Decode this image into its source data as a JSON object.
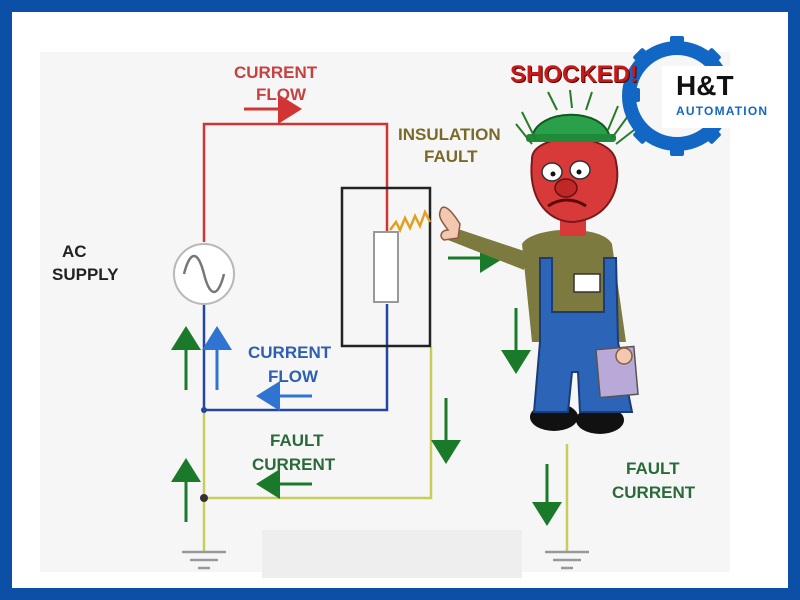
{
  "labels": {
    "ac_supply_line1": "AC",
    "ac_supply_line2": "SUPPLY",
    "current_flow_top_line1": "CURRENT",
    "current_flow_top_line2": "FLOW",
    "insulation_line1": "INSULATION",
    "insulation_line2": "FAULT",
    "current_flow_bottom_line1": "CURRENT",
    "current_flow_bottom_line2": "FLOW",
    "fault_current_left_line1": "FAULT",
    "fault_current_left_line2": "CURRENT",
    "fault_current_right_line1": "FAULT",
    "fault_current_right_line2": "CURRENT",
    "shocked": "SHOCKED!"
  },
  "logo": {
    "brand": "H&T",
    "tagline": "AUTOMATION"
  },
  "colors": {
    "frame": "#0b4fa6",
    "live_wire": "#d23434",
    "neutral_wire": "#2446a0",
    "earth_wire": "#c8cc5a",
    "green_arrow": "#1a7a2a",
    "red_label": "#c84040",
    "blue_label": "#2e5fb0",
    "green_label": "#2a6a3a",
    "logo_blue": "#1267c4"
  }
}
